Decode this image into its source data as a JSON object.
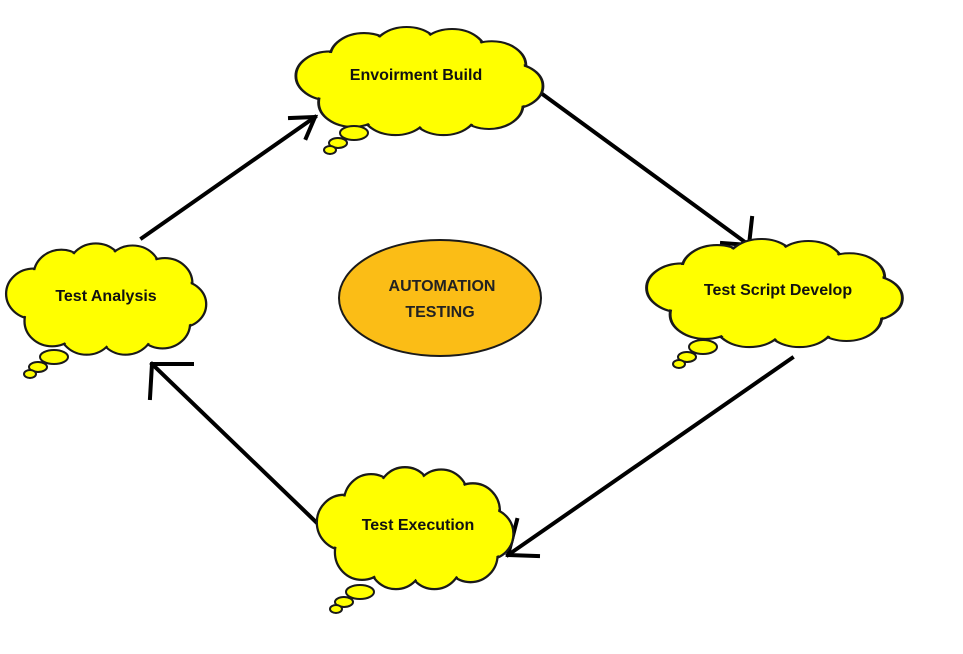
{
  "diagram": {
    "center": {
      "line1": "AUTOMATION",
      "line2": "TESTING",
      "fill": "#fbbd16"
    },
    "nodes": {
      "environment_build": "Envoirment Build",
      "test_script_develop": "Test Script Develop",
      "test_execution": "Test Execution",
      "test_analysis": "Test Analysis"
    },
    "node_color": "#ffff00",
    "arrow_color": "#000000"
  }
}
